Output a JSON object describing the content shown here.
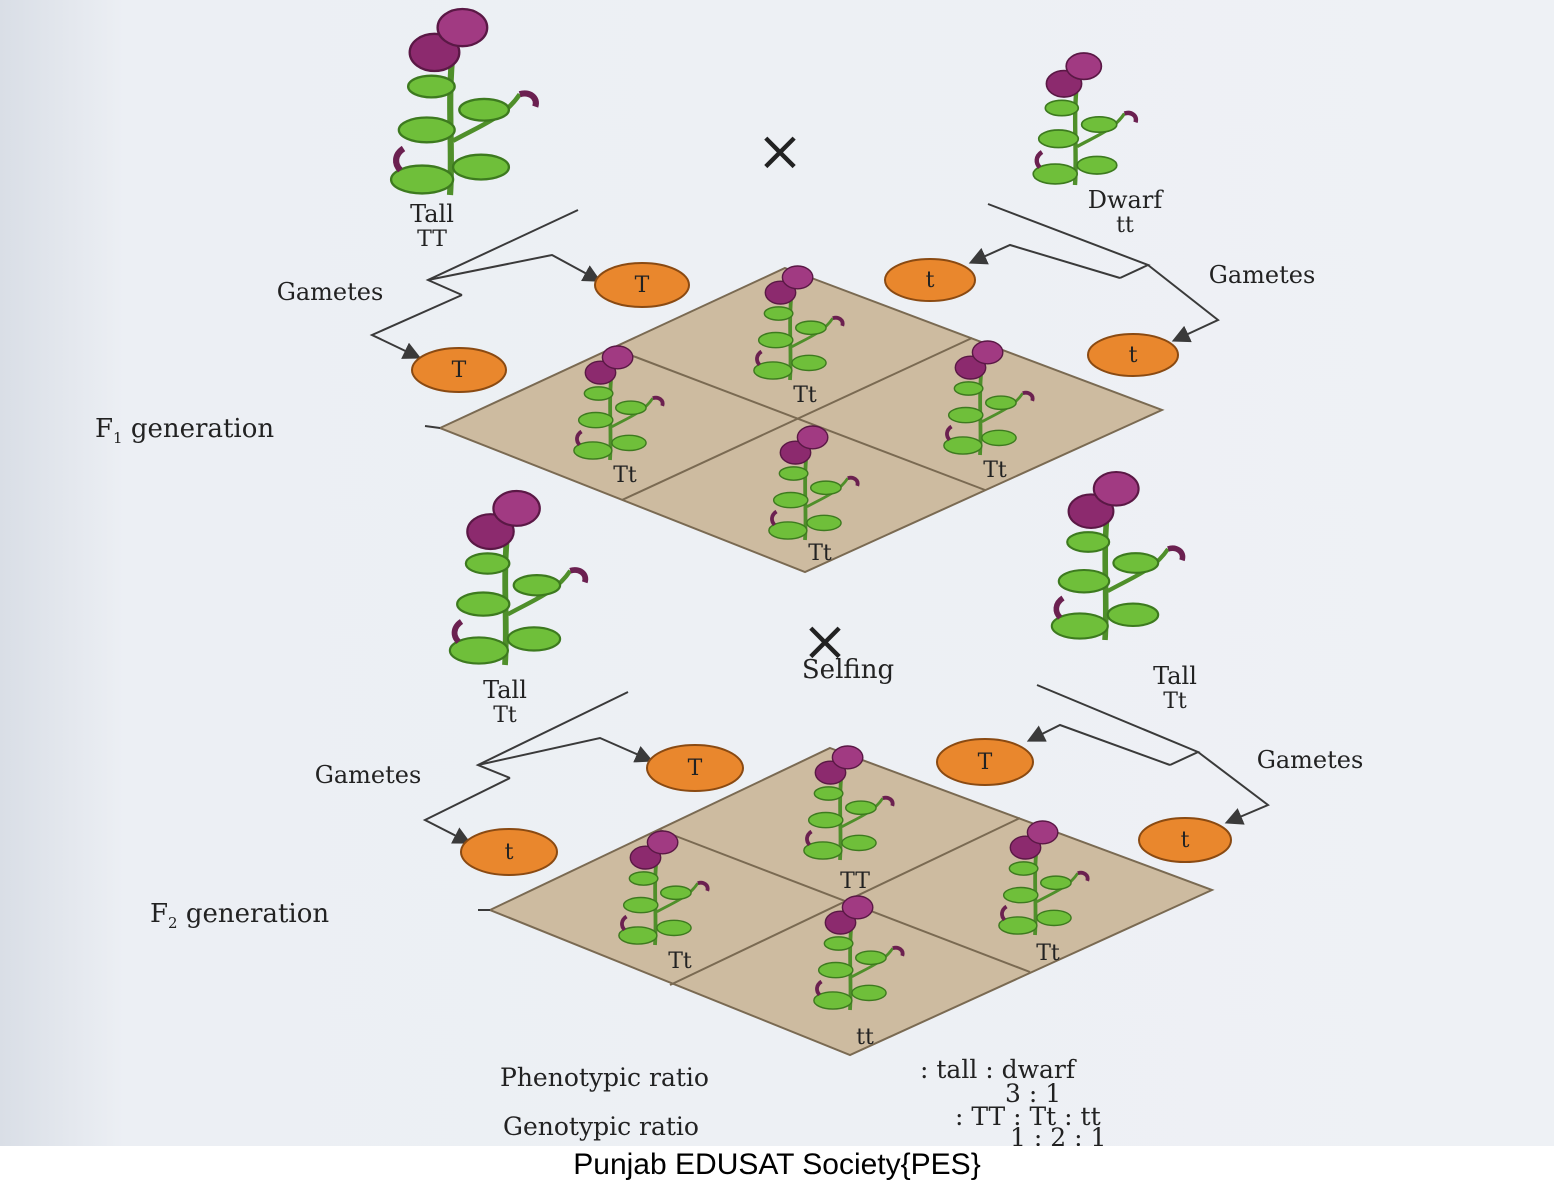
{
  "cross1": {
    "parent_left": {
      "phenotype": "Tall",
      "genotype": "TT"
    },
    "parent_right": {
      "phenotype": "Dwarf",
      "genotype": "tt"
    },
    "cross_symbol": "×",
    "gametes_left_label": "Gametes",
    "gametes_right_label": "Gametes",
    "gametes_left": [
      "T",
      "T"
    ],
    "gametes_right": [
      "t",
      "t"
    ],
    "generation_label": "F",
    "generation_sub": "1",
    "generation_suffix": " generation",
    "offspring": [
      "Tt",
      "Tt",
      "Tt",
      "Tt"
    ]
  },
  "cross2": {
    "parent_left": {
      "phenotype": "Tall",
      "genotype": "Tt"
    },
    "parent_right": {
      "phenotype": "Tall",
      "genotype": "Tt"
    },
    "cross_symbol": "×",
    "selfing_label": "Selfing",
    "gametes_left_label": "Gametes",
    "gametes_right_label": "Gametes",
    "gametes_left": [
      "T",
      "t"
    ],
    "gametes_right": [
      "T",
      "t"
    ],
    "generation_label": "F",
    "generation_sub": "2",
    "generation_suffix": " generation",
    "offspring": [
      "TT",
      "Tt",
      "Tt",
      "tt"
    ]
  },
  "ratios": {
    "phenotypic_label": "Phenotypic ratio",
    "phenotypic_header": ": tall : dwarf",
    "phenotypic_values": "3   :   1",
    "genotypic_label": "Genotypic ratio",
    "genotypic_header": ": TT   : Tt  : tt",
    "genotypic_values": "1   :   2   :   1"
  },
  "footer": "Punjab EDUSAT Society{PES}",
  "colors": {
    "panel_bg": "#e9edf3",
    "grid_fill": "#cdbba0",
    "gamete_fill": "#e9872d",
    "flower": "#8c2a6e",
    "leaf": "#6fbf3a",
    "ink": "#2b2b2b"
  }
}
